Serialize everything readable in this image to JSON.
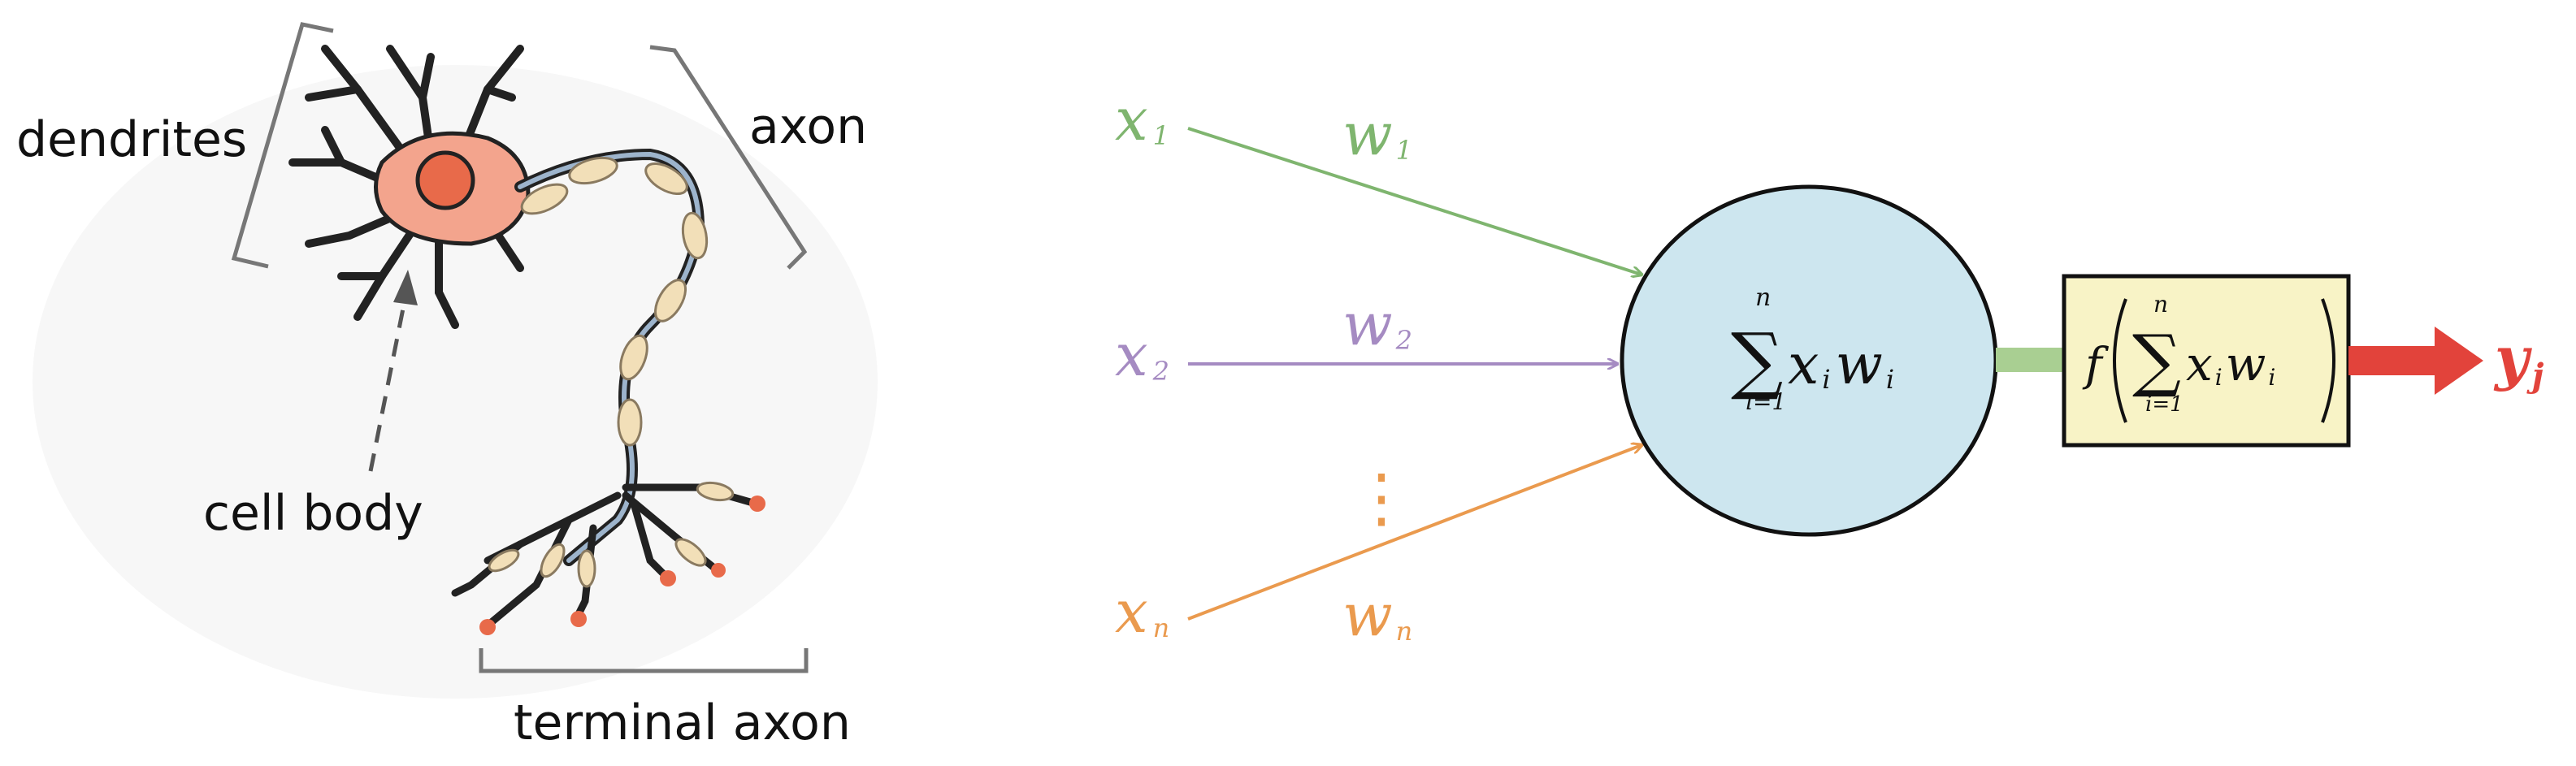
{
  "neuron": {
    "labels": {
      "dendrites": "dendrites",
      "axon": "axon",
      "cell_body": "cell body",
      "terminal_axon": "terminal axon"
    }
  },
  "perceptron": {
    "inputs": [
      {
        "var": "x",
        "sub": "1",
        "weight_var": "w",
        "weight_sub": "1",
        "color": "#7fb56f"
      },
      {
        "var": "x",
        "sub": "2",
        "weight_var": "w",
        "weight_sub": "2",
        "color": "#a58bc2"
      },
      {
        "var": "x",
        "sub": "n",
        "weight_var": "w",
        "weight_sub": "n",
        "color": "#ea9a4e"
      }
    ],
    "sum_node": {
      "sigma": "∑",
      "upper": "n",
      "lower": "i=1",
      "term_x": "x",
      "term_i1": "i",
      "term_w": "w",
      "term_i2": "i",
      "fill": "#cde6ef"
    },
    "activation": {
      "f": "f",
      "sigma": "∑",
      "upper": "n",
      "lower": "i=1",
      "term_x": "x",
      "term_i1": "i",
      "term_w": "w",
      "term_i2": "i",
      "fill": "#f8f3c6"
    },
    "output": {
      "var": "y",
      "sub": "j",
      "color": "#e2433b"
    },
    "connector_color": "#a9cf92",
    "ellipsis": "⋮"
  }
}
